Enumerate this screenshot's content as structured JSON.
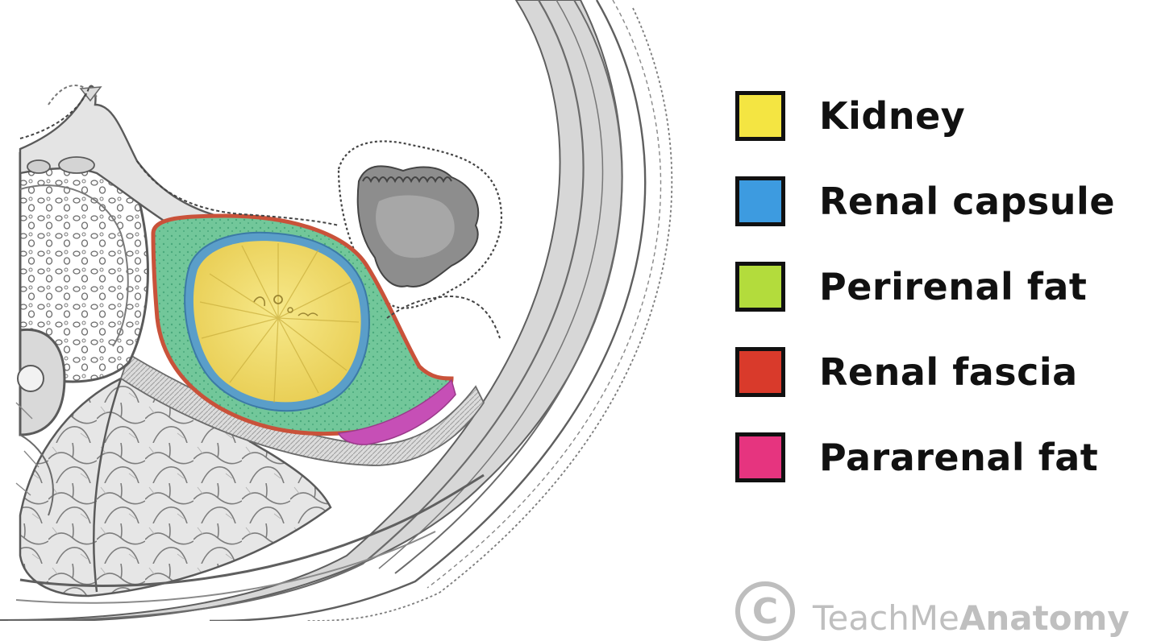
{
  "legend": {
    "items": [
      {
        "label": "Kidney",
        "color": "#f4e542"
      },
      {
        "label": "Renal capsule",
        "color": "#3d9be0"
      },
      {
        "label": "Perirenal fat",
        "color": "#b3dc3c"
      },
      {
        "label": "Renal fascia",
        "color": "#d93a2b"
      },
      {
        "label": "Pararenal fat",
        "color": "#e6347f"
      }
    ]
  },
  "watermark": {
    "symbol": "C",
    "text_light": "TeachMe",
    "text_bold": "Anatomy"
  },
  "colors": {
    "kidney": "#f0dc62",
    "renal_capsule": "#5a9ec9",
    "perirenal_fat": "#6fc69a",
    "renal_fascia": "#c9523a",
    "pararenal_fat": "#c64fb6",
    "line_art": "#5a5a5a"
  }
}
